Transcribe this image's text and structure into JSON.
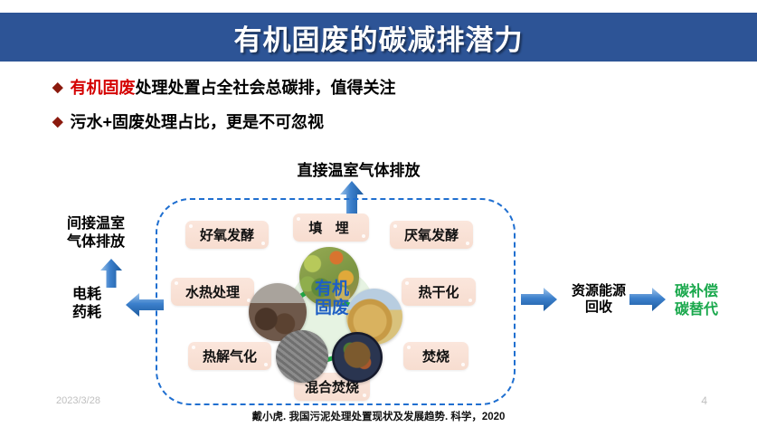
{
  "slide": {
    "title": "有机固废的碳减排潜力",
    "title_bar_color": "#2D5496",
    "bullets": [
      {
        "marker": "◆",
        "highlight": "有机固废",
        "rest": "处理处置占全社会总碳排，值得关注"
      },
      {
        "marker": "◆",
        "highlight": "",
        "rest": "污水+固废处理占比，更是不可忽视"
      }
    ]
  },
  "diagram": {
    "top_label": "直接温室气体排放",
    "left_labels": {
      "indirect": "间接温室\n气体排放",
      "consumption": "电耗\n药耗"
    },
    "right_labels": {
      "recovery": "资源能源\n回收",
      "carbon": "碳补偿\n碳替代",
      "carbon_color": "#19A84C"
    },
    "center": {
      "label": "有机\n固废",
      "label_color": "#1F5FC4",
      "ring_color": "#22B14C"
    },
    "chips": [
      {
        "id": "landfill",
        "label": "填 埋"
      },
      {
        "id": "aerobic",
        "label": "好氧发酵"
      },
      {
        "id": "anaerobic",
        "label": "厌氧发酵"
      },
      {
        "id": "hydrothermal",
        "label": "水热处理"
      },
      {
        "id": "thermal-dry",
        "label": "热干化"
      },
      {
        "id": "pyrolysis",
        "label": "热解气化"
      },
      {
        "id": "incineration",
        "label": "焚烧"
      },
      {
        "id": "co-incin",
        "label": "混合焚烧"
      }
    ],
    "boundary_color": "#1F6FD0",
    "arrow_color": "#2E75C8"
  },
  "footer": {
    "date": "2023/3/28",
    "page_number": "4",
    "citation": "戴小虎. 我国污泥处理处置现状及发展趋势. 科学，2020"
  }
}
